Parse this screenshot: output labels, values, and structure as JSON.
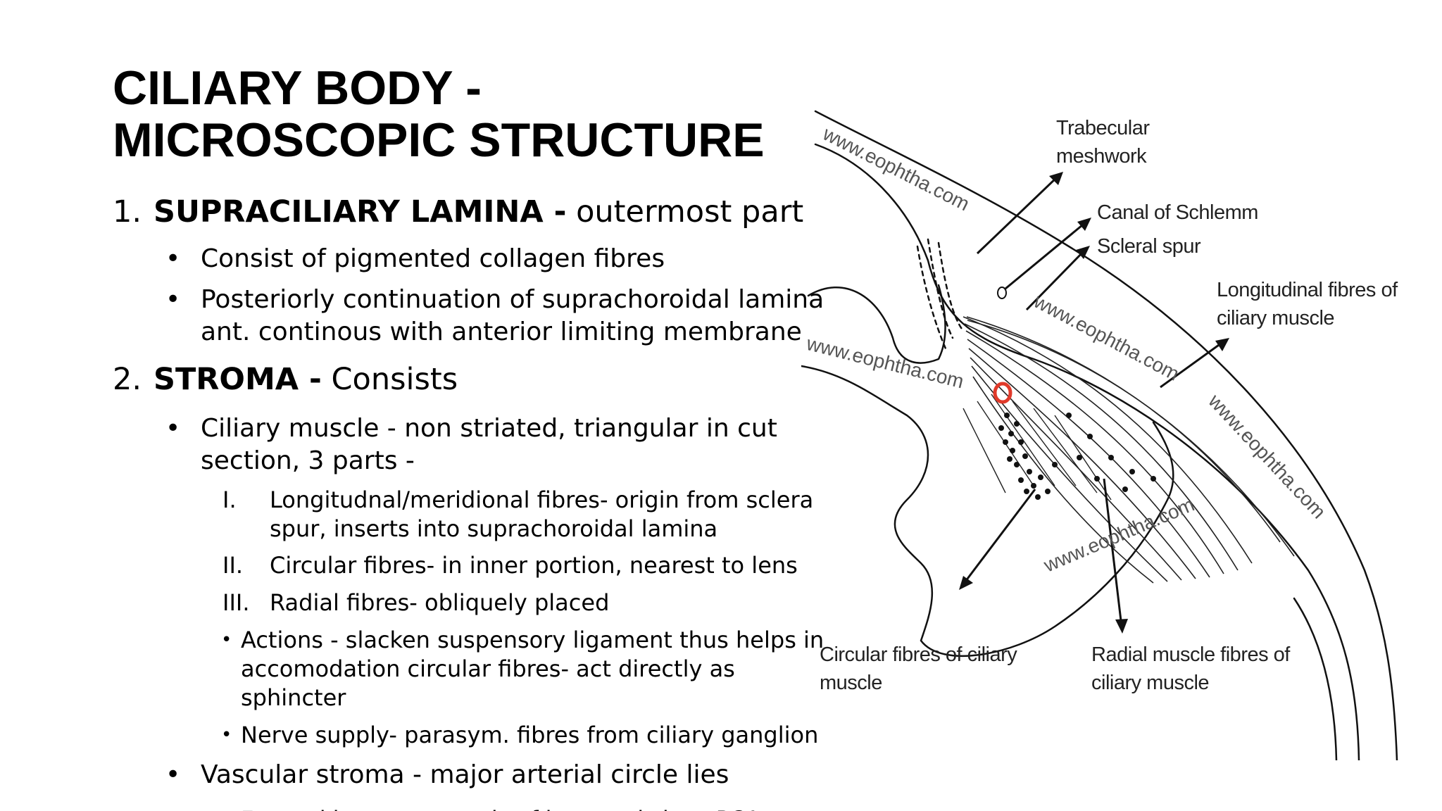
{
  "title": {
    "line1": "CILIARY BODY -",
    "line2": "MICROSCOPIC STRUCTURE"
  },
  "sections": [
    {
      "num": "1.",
      "heading": "SUPRACILIARY LAMINA -",
      "rest": " outermost part",
      "bullets": [
        {
          "lines": [
            "Consist of pigmented collagen fibres"
          ]
        },
        {
          "lines": [
            "Posteriorly continuation of suprachoroidal lamina",
            "ant. continous with anterior limiting membrane"
          ]
        }
      ]
    },
    {
      "num": "2.",
      "heading": "STROMA -",
      "rest": " Consists",
      "bullets": [
        {
          "lines": [
            "Ciliary muscle - non striated, triangular in cut",
            "section, 3 parts -"
          ],
          "roman": [
            {
              "num": "I.",
              "lines": [
                "Longitudnal/meridional fibres- origin from sclera",
                "spur, inserts into suprachoroidal lamina"
              ]
            },
            {
              "num": "II.",
              "lines": [
                "Circular fibres- in inner portion, nearest to lens"
              ]
            },
            {
              "num": "III.",
              "lines": [
                "Radial fibres- obliquely placed"
              ]
            }
          ],
          "subbullets": [
            {
              "lines": [
                "Actions - slacken suspensory ligament thus helps in",
                "accomodation circular fibres- act directly as",
                "sphincter"
              ]
            },
            {
              "lines": [
                "Nerve supply- parasym. fibres from ciliary ganglion"
              ]
            }
          ]
        },
        {
          "lines": [
            "Vascular stroma - major arterial circle lies"
          ],
          "subbullets": [
            {
              "lines": [
                "Formed by anastomosis of long and short PCA"
              ]
            }
          ]
        }
      ]
    }
  ],
  "diagram": {
    "labels": {
      "trabecular": [
        "Trabecular",
        "meshwork"
      ],
      "schlemm": "Canal of Schlemm",
      "scleral_spur": "Scleral spur",
      "longitudinal": [
        "Longitudinal fibres of",
        "ciliary muscle"
      ],
      "circular": [
        "Circular fibres of ciliary",
        "muscle"
      ],
      "radial": [
        "Radial muscle fibres of",
        "ciliary muscle"
      ]
    },
    "watermark": "www.eophtha.com",
    "colors": {
      "highlight_ring": "#e03a2a",
      "line": "#111111"
    }
  }
}
